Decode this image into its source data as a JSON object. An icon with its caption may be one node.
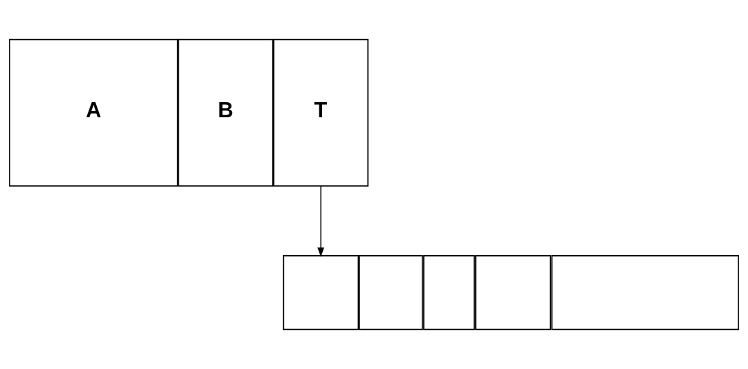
{
  "diagram": {
    "nodes": [
      {
        "text": [
          "A"
        ]
      },
      {
        "text": [
          "B"
        ]
      },
      {
        "text": [
          "T"
        ]
      },
      {
        "text": [],
        "shape": "box"
      },
      {
        "text": [],
        "shape": "box"
      },
      {
        "text": [],
        "shape": "box"
      },
      {
        "text": [],
        "shape": "box"
      },
      {
        "text": [],
        "shape": "box"
      }
    ],
    "edges": [
      {
        "from": 2,
        "to": 3,
        "arrow": "to"
      }
    ]
  }
}
